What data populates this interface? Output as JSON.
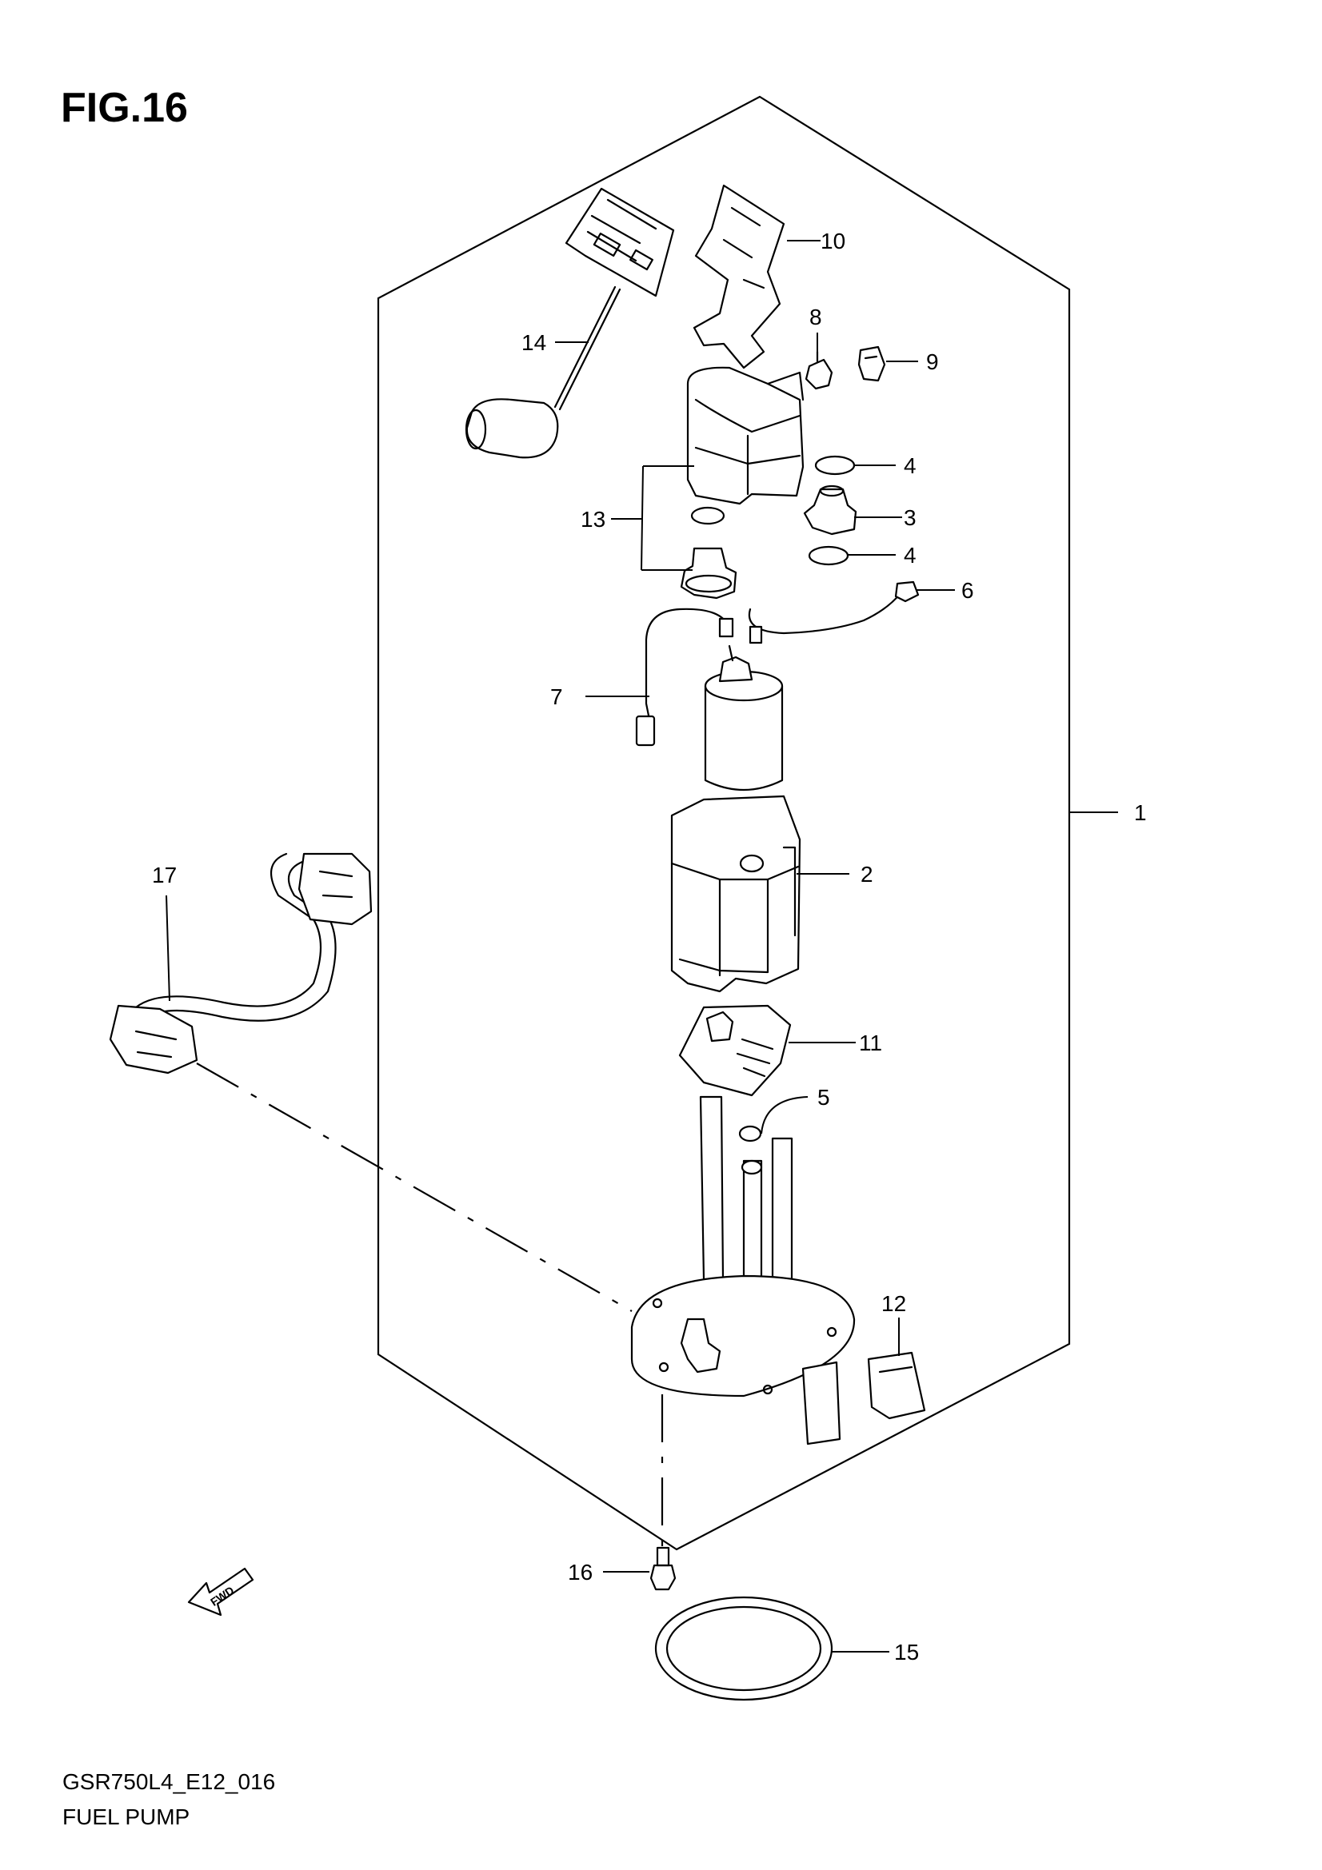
{
  "figure": {
    "title": "FIG.16",
    "model_code": "GSR750L4_E12_016",
    "name": "FUEL PUMP",
    "fwd_label": "FWD"
  },
  "callouts": [
    {
      "id": "1",
      "label": "1"
    },
    {
      "id": "2",
      "label": "2"
    },
    {
      "id": "3",
      "label": "3"
    },
    {
      "id": "4a",
      "label": "4"
    },
    {
      "id": "4b",
      "label": "4"
    },
    {
      "id": "5",
      "label": "5"
    },
    {
      "id": "6",
      "label": "6"
    },
    {
      "id": "7",
      "label": "7"
    },
    {
      "id": "8",
      "label": "8"
    },
    {
      "id": "9",
      "label": "9"
    },
    {
      "id": "10",
      "label": "10"
    },
    {
      "id": "11",
      "label": "11"
    },
    {
      "id": "12",
      "label": "12"
    },
    {
      "id": "13",
      "label": "13"
    },
    {
      "id": "14",
      "label": "14"
    },
    {
      "id": "15",
      "label": "15"
    },
    {
      "id": "16",
      "label": "16"
    },
    {
      "id": "17",
      "label": "17"
    }
  ]
}
